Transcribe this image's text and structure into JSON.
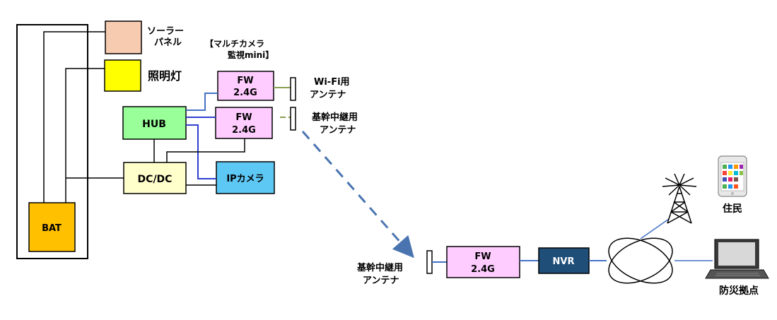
{
  "labels": {
    "solar_line1": "ソーラー",
    "solar_line2": "パネル",
    "light": "照明灯",
    "group_line1": "【マルチカメラ",
    "group_line2": "監視mini】",
    "hub": "HUB",
    "dcdc": "DC/DC",
    "ipcam": "IPカメラ",
    "bat": "BAT",
    "fw_top_line1": "FW",
    "fw_top_line2": "2.4G",
    "fw_mid_line1": "FW",
    "fw_mid_line2": "2.4G",
    "wifi_ant_line1": "Wi-Fi用",
    "wifi_ant_line2": "アンテナ",
    "trunk_ant_line1": "基幹中継用",
    "trunk_ant_line2": "アンテナ",
    "fw_remote_line1": "FW",
    "fw_remote_line2": "2.4G",
    "trunk_ant_remote_line1": "基幹中継用",
    "trunk_ant_remote_line2": "アンテナ",
    "nvr": "NVR",
    "residents": "住民",
    "disaster_base": "防災拠点"
  },
  "colors": {
    "solar": "#f6cbb0",
    "light": "#ffff00",
    "hub": "#99ff99",
    "fw": "#ffccff",
    "dcdc": "#ffffcc",
    "ipcam": "#5ec8f5",
    "bat": "#ffc000",
    "nvr": "#1f4e79",
    "wire_blue": "#3040d0",
    "wire_green": "#8aa050",
    "link_dash": "#4a74b0"
  }
}
